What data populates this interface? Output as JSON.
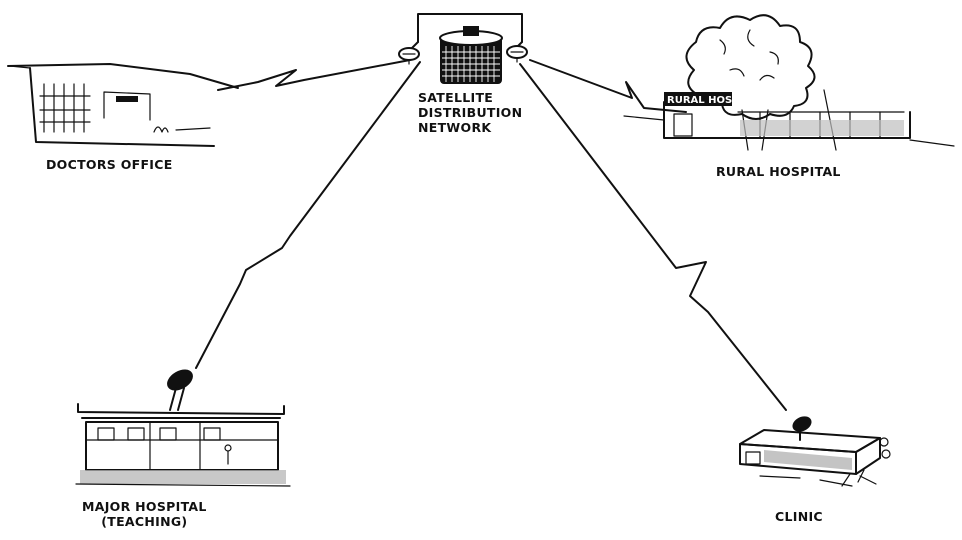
{
  "diagram": {
    "nodes": [
      {
        "id": "satellite",
        "label_lines": [
          "SATELLITE",
          "DISTRIBUTION",
          "NETWORK"
        ],
        "icon": "satellite-icon"
      },
      {
        "id": "doctors_office",
        "label_lines": [
          "DOCTORS OFFICE"
        ],
        "icon": "office-building-icon"
      },
      {
        "id": "rural_hospital",
        "label_lines": [
          "RURAL HOSPITAL"
        ],
        "icon": "rural-hospital-icon",
        "sign_text": "RURAL HOSP"
      },
      {
        "id": "major_hospital",
        "label_lines": [
          "MAJOR HOSPITAL",
          "(TEACHING)"
        ],
        "icon": "teaching-hospital-icon"
      },
      {
        "id": "clinic",
        "label_lines": [
          "CLINIC"
        ],
        "icon": "clinic-icon"
      }
    ],
    "links": [
      {
        "from": "satellite",
        "to": "doctors_office",
        "style": "zigzag"
      },
      {
        "from": "satellite",
        "to": "rural_hospital",
        "style": "zigzag"
      },
      {
        "from": "satellite",
        "to": "major_hospital",
        "style": "zigzag"
      },
      {
        "from": "satellite",
        "to": "clinic",
        "style": "zigzag"
      }
    ],
    "colors": {
      "ink": "#111111",
      "background": "#ffffff"
    }
  }
}
